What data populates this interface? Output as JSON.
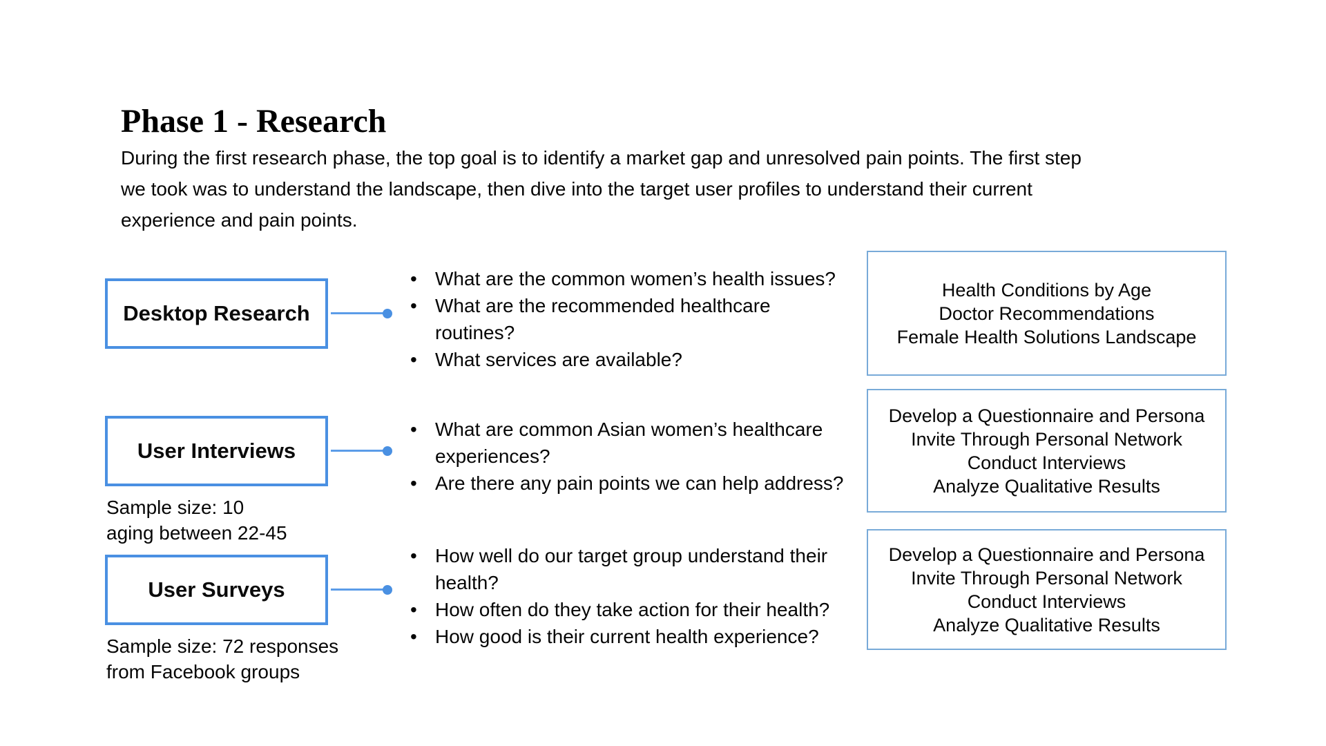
{
  "page": {
    "title": "Phase 1 - Research",
    "intro": "During the first research phase, the top goal is to identify a market gap and unresolved pain points. The first step\nwe took was to understand the landscape, then dive into the target user profiles to understand their current\nexperience and pain points."
  },
  "colors": {
    "method_box_border": "#4a90e2",
    "connector_line": "#5b9ce8",
    "connector_dot": "#4a90e2",
    "output_box_border": "#78aad8",
    "text": "#060606"
  },
  "rows": [
    {
      "method": "Desktop Research",
      "caption": "",
      "questions": [
        "What are the common women’s health issues?",
        "What are the recommended healthcare\nroutines?",
        "What services are available?"
      ],
      "outputs": [
        "Health Conditions by Age",
        "Doctor Recommendations",
        "Female Health Solutions Landscape"
      ]
    },
    {
      "method": "User Interviews",
      "caption": "Sample size: 10\naging between 22-45",
      "questions": [
        "What are common Asian women’s healthcare\nexperiences?",
        "Are there any pain points we can help address?"
      ],
      "outputs": [
        "Develop a Questionnaire and Persona",
        "Invite Through Personal Network",
        "Conduct Interviews",
        "Analyze Qualitative Results"
      ]
    },
    {
      "method": "User Surveys",
      "caption": "Sample size: 72 responses\nfrom Facebook groups",
      "questions": [
        "How well do our target group understand their\nhealth?",
        "How often do they take action for their health?",
        "How good is their current health experience?"
      ],
      "outputs": [
        "Develop a Questionnaire and Persona",
        "Invite Through Personal Network",
        "Conduct Interviews",
        "Analyze Qualitative Results"
      ]
    }
  ]
}
